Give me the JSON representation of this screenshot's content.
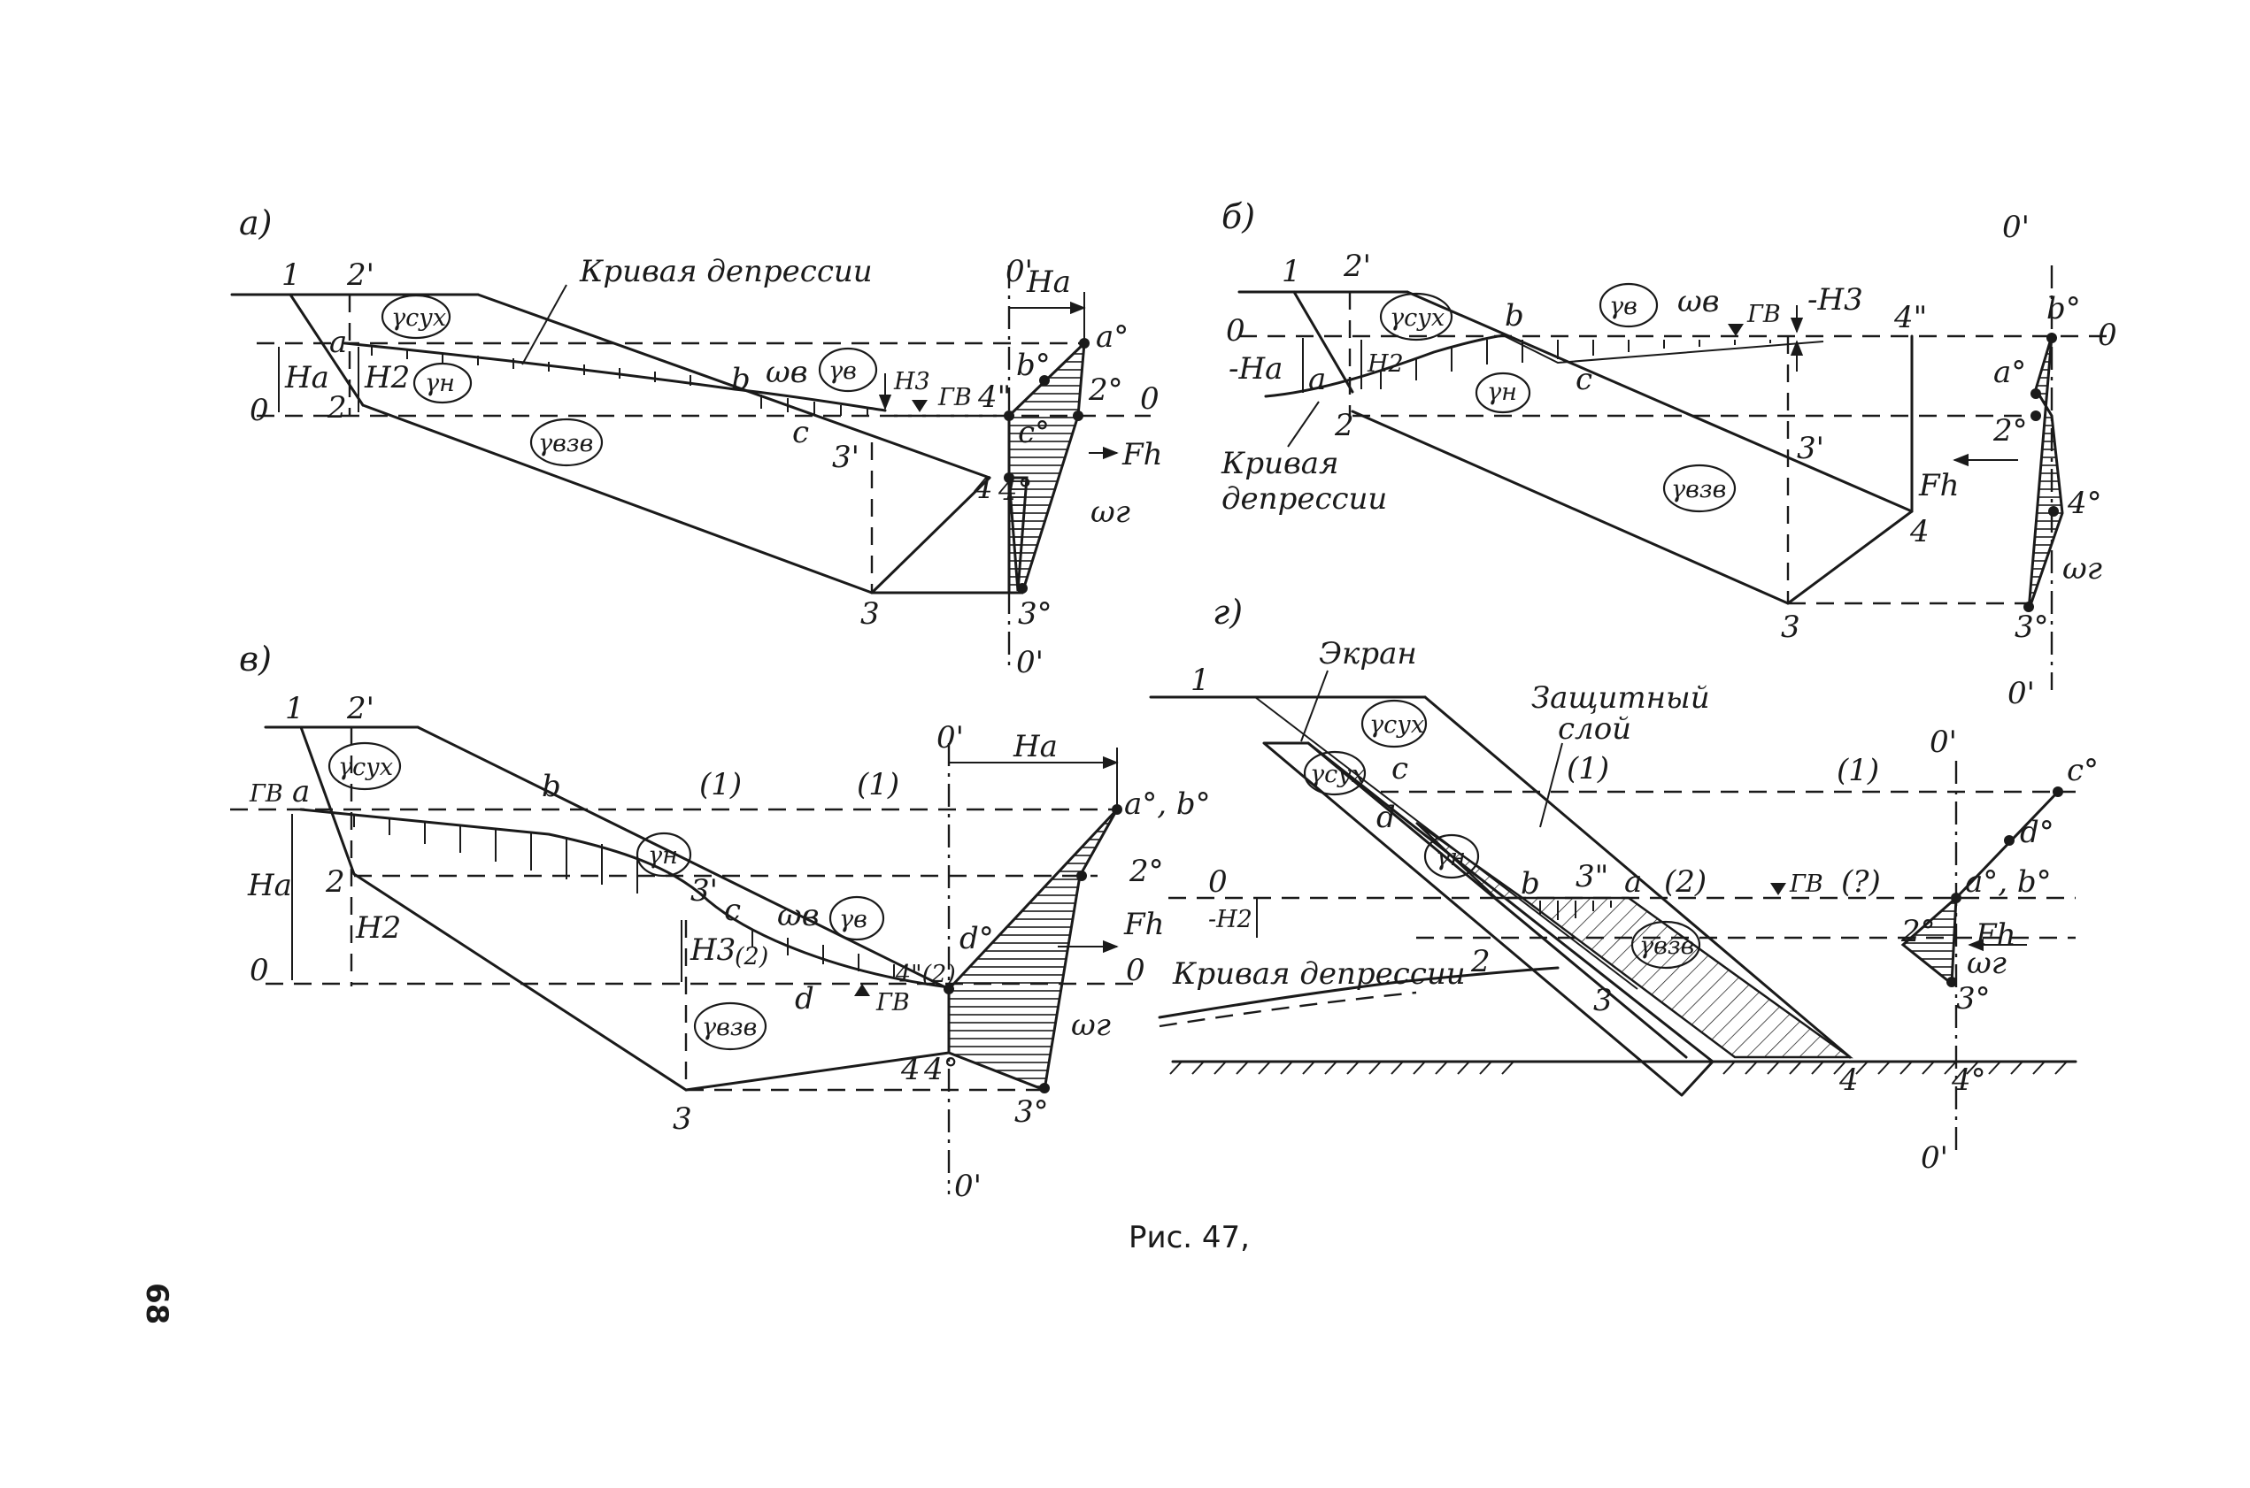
{
  "caption": "Рис. 47,",
  "page_number": "68",
  "panels": {
    "a": {
      "label": "а)",
      "depression_curve": "Кривая депрессии",
      "gamma_dry": "γсух",
      "gamma_sat": "γн",
      "gamma_w": "γв",
      "gamma_susp": "γвзв",
      "omega_w": "ωв",
      "omega_g": "ωг",
      "force": "Fh",
      "gv": "ГВ",
      "h_a": "Hа",
      "h_2": "H2",
      "h_3": "H3",
      "axis_top": "0'",
      "axis_bottom": "0'",
      "zero": "0",
      "points": [
        "1",
        "2'",
        "a",
        "2",
        "b",
        "c",
        "3'",
        "4\"",
        "4",
        "3",
        "a°",
        "b°",
        "2°",
        "c°",
        "4°",
        "3°"
      ]
    },
    "b": {
      "label": "б)",
      "depression_curve_line1": "Кривая",
      "depression_curve_line2": "депрессии",
      "gamma_dry": "γсух",
      "gamma_sat": "γн",
      "gamma_w": "γв",
      "gamma_susp": "γвзв",
      "omega_w": "ωв",
      "omega_g": "ωг",
      "force": "Fh",
      "gv": "ГВ",
      "h_a": "-Hа",
      "h_2": "H2",
      "h_3": "-H3",
      "axis_top": "0'",
      "axis_bottom": "0'",
      "zero": "0",
      "points": [
        "1",
        "2'",
        "a",
        "2",
        "b",
        "c",
        "3'",
        "4\"",
        "4",
        "3",
        "b°",
        "a°",
        "2°",
        "4°",
        "3°"
      ]
    },
    "v": {
      "label": "в)",
      "gamma_dry": "γсух",
      "gamma_sat": "γн",
      "gamma_w": "γв",
      "gamma_susp": "γвзв",
      "omega_w": "ωв",
      "omega_g": "ωг",
      "force": "Fh",
      "gv": "ГВ",
      "h_a": "Hа",
      "h_2": "H2",
      "h_3": "H3",
      "level_1": "(1)",
      "level_2": "(2)",
      "axis_top": "0'",
      "axis_bottom": "0'",
      "zero": "0",
      "points": [
        "1",
        "2'",
        "a",
        "2",
        "b",
        "3'",
        "c",
        "d",
        "4\"(2)",
        "4",
        "4°",
        "3",
        "a°, b°",
        "2°",
        "d°",
        "3°"
      ]
    },
    "g": {
      "label": "г)",
      "screen": "Экран",
      "protective_line1": "Защитный",
      "protective_line2": "слой",
      "depression_curve": "Кривая депрессии",
      "gamma_dry": "γсух",
      "gamma_sat": "γн",
      "gamma_susp": "γвзв",
      "omega_g": "ωг",
      "force": "Fh",
      "gv": "ГВ",
      "h_2": "-H2",
      "level_1": "(1)",
      "level_2": "(2)",
      "level_2b": "(?)",
      "axis_top": "0'",
      "axis_bottom": "0'",
      "zero": "0",
      "points": [
        "1",
        "c",
        "d",
        "b",
        "3\"",
        "a",
        "2",
        "3",
        "4",
        "c°",
        "d°",
        "a°, b°",
        "2°",
        "3°",
        "4°"
      ]
    }
  }
}
